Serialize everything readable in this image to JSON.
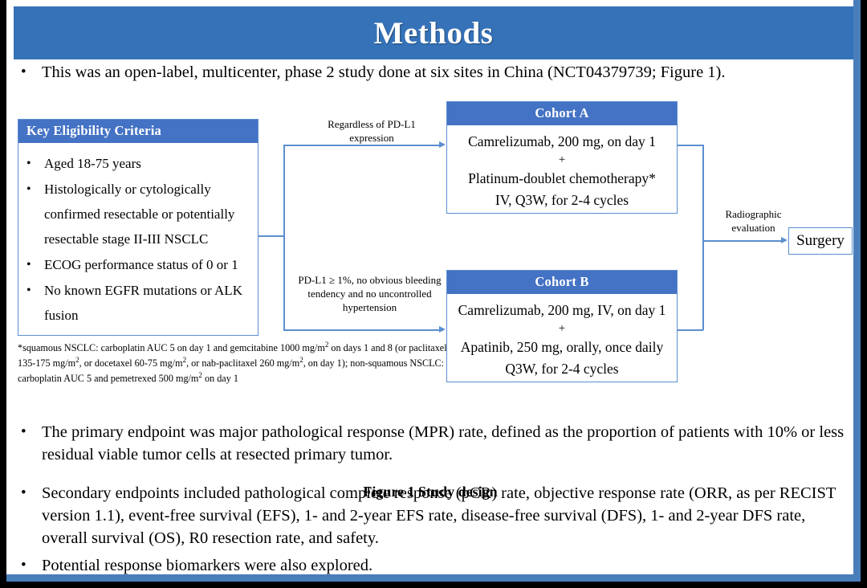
{
  "slide": {
    "title": "Methods",
    "accent_banner_color": "#3572b8",
    "box_header_color": "#4472c4",
    "connector_color": "#5b8fd0"
  },
  "intro_bullet": {
    "marker": "•",
    "text": "This was an open-label, multicenter, phase 2 study done at six sites in China (NCT04379739; Figure 1)."
  },
  "figure": {
    "caption": "Figure 1 Study design",
    "eligibility": {
      "header": "Key  Eligibility Criteria",
      "marker": "•",
      "items": [
        "Aged 18-75 years",
        "Histologically or cytologically confirmed resectable or potentially resectable stage II-III  NSCLC",
        "ECOG performance status of 0 or 1",
        "No known EGFR mutations or ALK fusion"
      ]
    },
    "footnote": "*squamous NSCLC: carboplatin AUC 5 on day 1 and gemcitabine 1000 mg/m2 on days 1 and 8 (or paclitaxel 135-175 mg/m2, or docetaxel 60-75 mg/m2, or nab-paclitaxel 260 mg/m2, on day 1); non-squamous NSCLC: carboplatin AUC 5 and pemetrexed 500 mg/m2 on day 1",
    "branch_label_top": "Regardless of PD-L1 expression",
    "branch_label_bottom": "PD-L1 ≥ 1%, no obvious bleeding tendency and no uncontrolled hypertension",
    "cohort_a": {
      "header": "Cohort A",
      "line1": "Camrelizumab, 200 mg, on day 1",
      "plus": "+",
      "line2": "Platinum-doublet chemotherapy*",
      "line3": "IV, Q3W, for 2-4 cycles"
    },
    "cohort_b": {
      "header": "Cohort B",
      "line1": "Camrelizumab, 200 mg, IV, on day 1",
      "plus": "+",
      "line2": "Apatinib, 250 mg, orally, once daily",
      "line3": "Q3W, for 2-4 cycles"
    },
    "evaluation_label": "Radiographic evaluation",
    "surgery": "Surgery"
  },
  "bullets": [
    {
      "marker": "•",
      "text": "The primary endpoint was major pathological response (MPR) rate, defined as the proportion of patients with 10% or less residual viable tumor cells at resected primary tumor."
    },
    {
      "marker": "•",
      "text": "Secondary endpoints included pathological complete response (pCR) rate, objective response rate (ORR, as per RECIST version 1.1), event-free survival (EFS), 1- and 2-year EFS rate, disease-free survival (DFS), 1- and 2-year DFS rate, overall survival (OS), R0 resection rate, and safety."
    },
    {
      "marker": "•",
      "text": "Potential response biomarkers were also explored."
    }
  ]
}
